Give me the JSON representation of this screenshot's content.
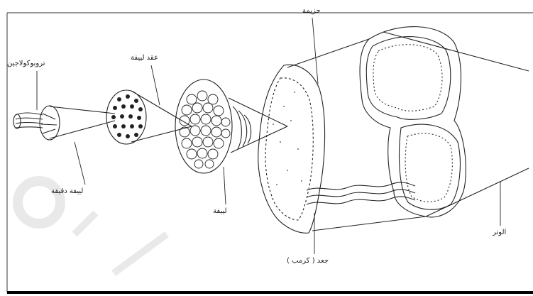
{
  "labels": {
    "tropocollagen": "تروبوكولاجين",
    "microfibril": "لييفة دقيقة",
    "subfibril": "عقد لييفة",
    "fibril": "لييفة",
    "fascicle": "حزيمة",
    "crimp": "جعد ( كرمب )",
    "tendon": "الوتر"
  },
  "colors": {
    "line": "#222222",
    "background": "#ffffff",
    "frame": "#000000"
  }
}
